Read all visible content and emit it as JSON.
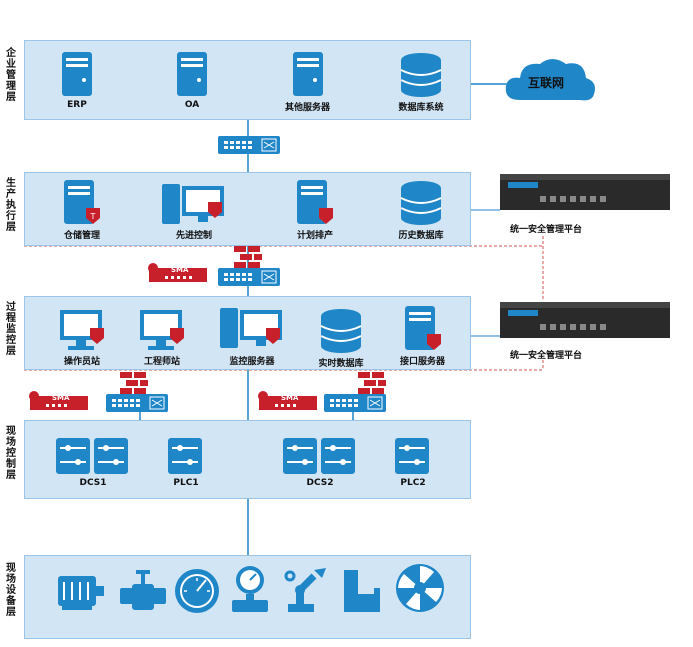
{
  "layers": {
    "enterprise": "企业管理层",
    "production": "生产执行层",
    "process": "过程监控层",
    "field_control": "现场控制层",
    "field_device": "现场设备层"
  },
  "enterprise_nodes": [
    "ERP",
    "OA",
    "其他服务器",
    "数据库系统"
  ],
  "production_nodes": [
    "仓储管理",
    "先进控制",
    "计划排产",
    "历史数据库"
  ],
  "process_nodes": [
    "操作员站",
    "工程师站",
    "监控服务器",
    "实时数据库",
    "接口服务器"
  ],
  "control_nodes": [
    "DCS1",
    "PLC1",
    "DCS2",
    "PLC2"
  ],
  "internet": "互联网",
  "platform_label": "统一安全管理平台",
  "sma_label": "SMA",
  "badge_letter": "T",
  "colors": {
    "accent": "#1f86c8",
    "band": "#d2e5f5",
    "firewall": "#c8202a"
  }
}
